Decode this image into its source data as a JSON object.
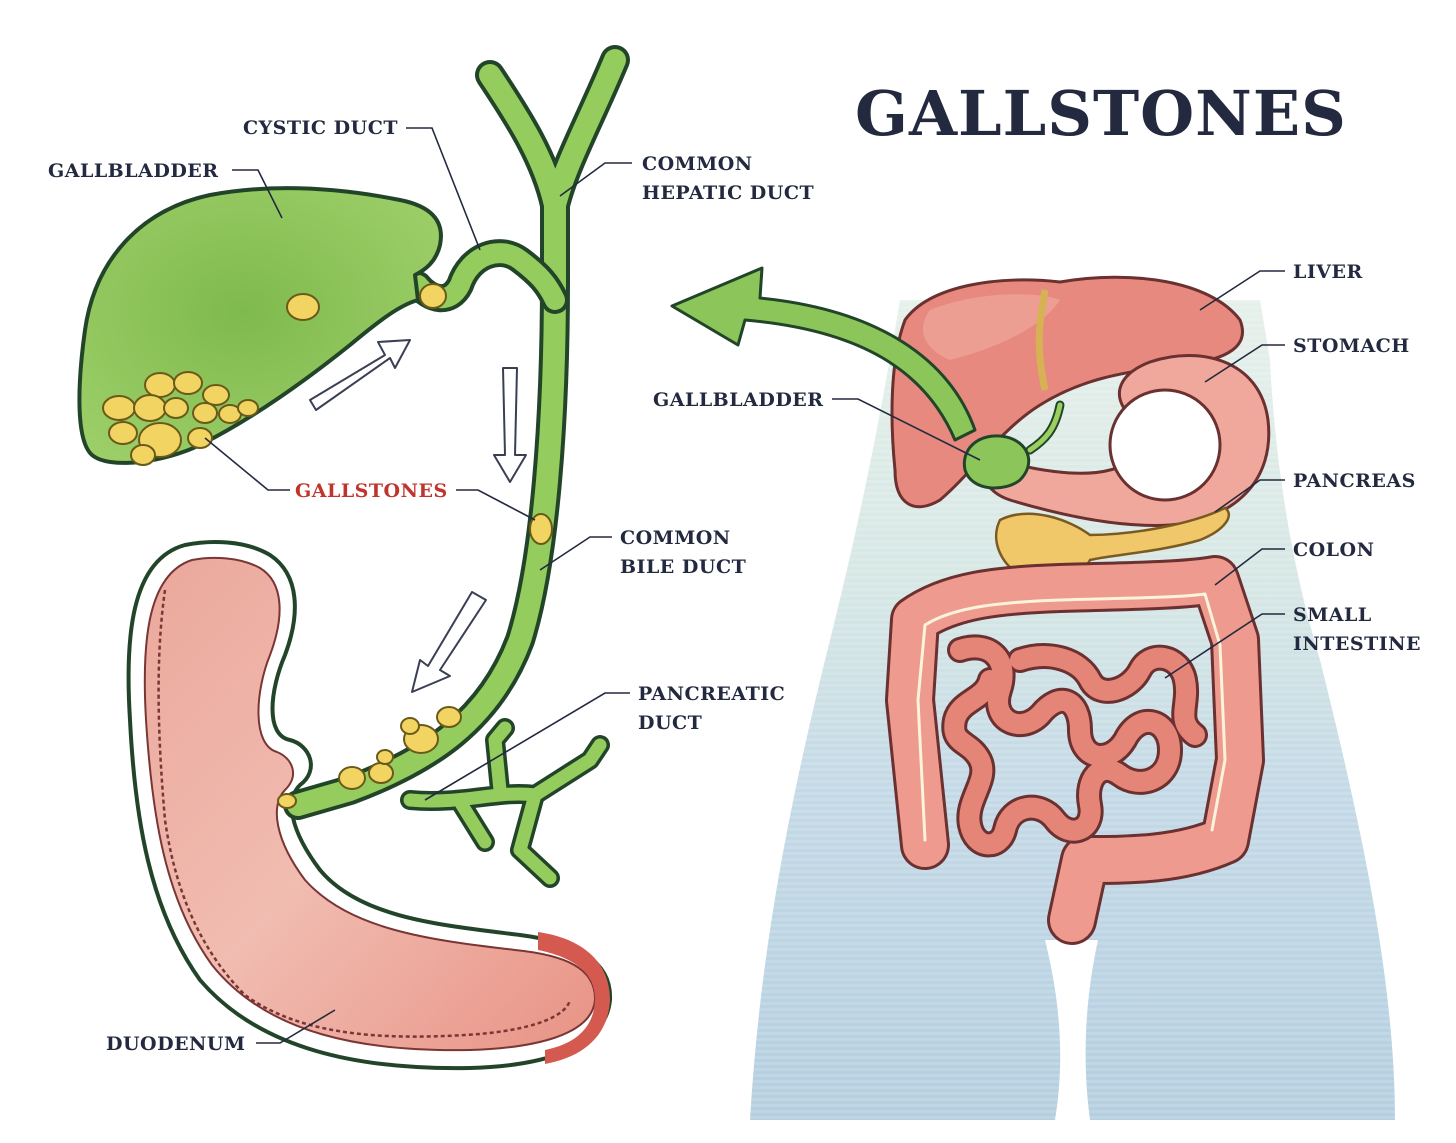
{
  "title": "GALLSTONES",
  "left_labels": {
    "cystic_duct": "CYSTIC DUCT",
    "gallbladder": "GALLBLADDER",
    "common_hepatic_duct": [
      "COMMON",
      "HEPATIC DUCT"
    ],
    "gallstones": "GALLSTONES",
    "common_bile_duct": [
      "COMMON",
      "BILE DUCT"
    ],
    "pancreatic_duct": [
      "PANCREATIC",
      "DUCT"
    ],
    "duodenum": "DUODENUM"
  },
  "right_labels": {
    "gallbladder": "GALLBLADDER",
    "liver": "LIVER",
    "stomach": "STOMACH",
    "pancreas": "PANCREAS",
    "colon": "COLON",
    "small_intestine": [
      "SMALL",
      "INTESTINE"
    ]
  },
  "colors": {
    "title": "#23293f",
    "label": "#23293f",
    "gallstones_label": "#c0342e",
    "bile_green": "#8cc65a",
    "bile_dark": "#22452a",
    "stone_yellow": "#f2d462",
    "duodenum_pink": "#e8978a",
    "liver": "#e4847a",
    "stomach": "#f1a79c",
    "body_silhouette": "#b7d0df"
  }
}
